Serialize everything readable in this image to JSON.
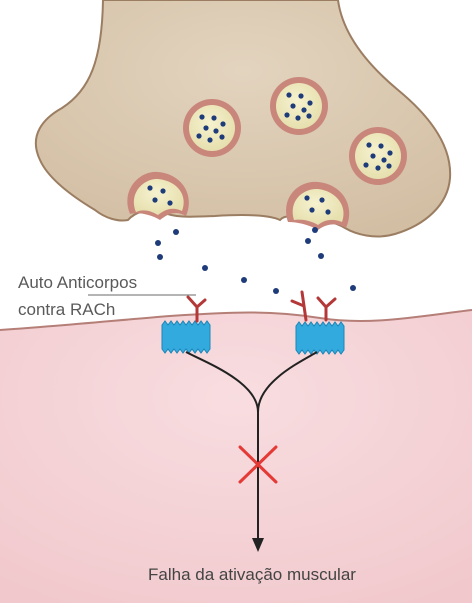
{
  "labels": {
    "antibody_line1": "Auto Anticorpos",
    "antibody_line2": "contra RACh",
    "result": "Falha da ativação muscular"
  },
  "colors": {
    "terminal_fill": "#d9c8b0",
    "terminal_stroke": "#9b7d62",
    "vesicle_fill": "#efeabf",
    "vesicle_ring": "#c9877c",
    "neurotransmitter": "#1f3c7a",
    "muscle_fill": "#f5d5d8",
    "muscle_stroke": "#b57f78",
    "receptor": "#33aade",
    "antibody": "#b43838",
    "block_mark": "#e53935",
    "arrow": "#222222"
  },
  "icons": {
    "block": "x-mark-icon",
    "arrow": "arrow-down-icon"
  }
}
